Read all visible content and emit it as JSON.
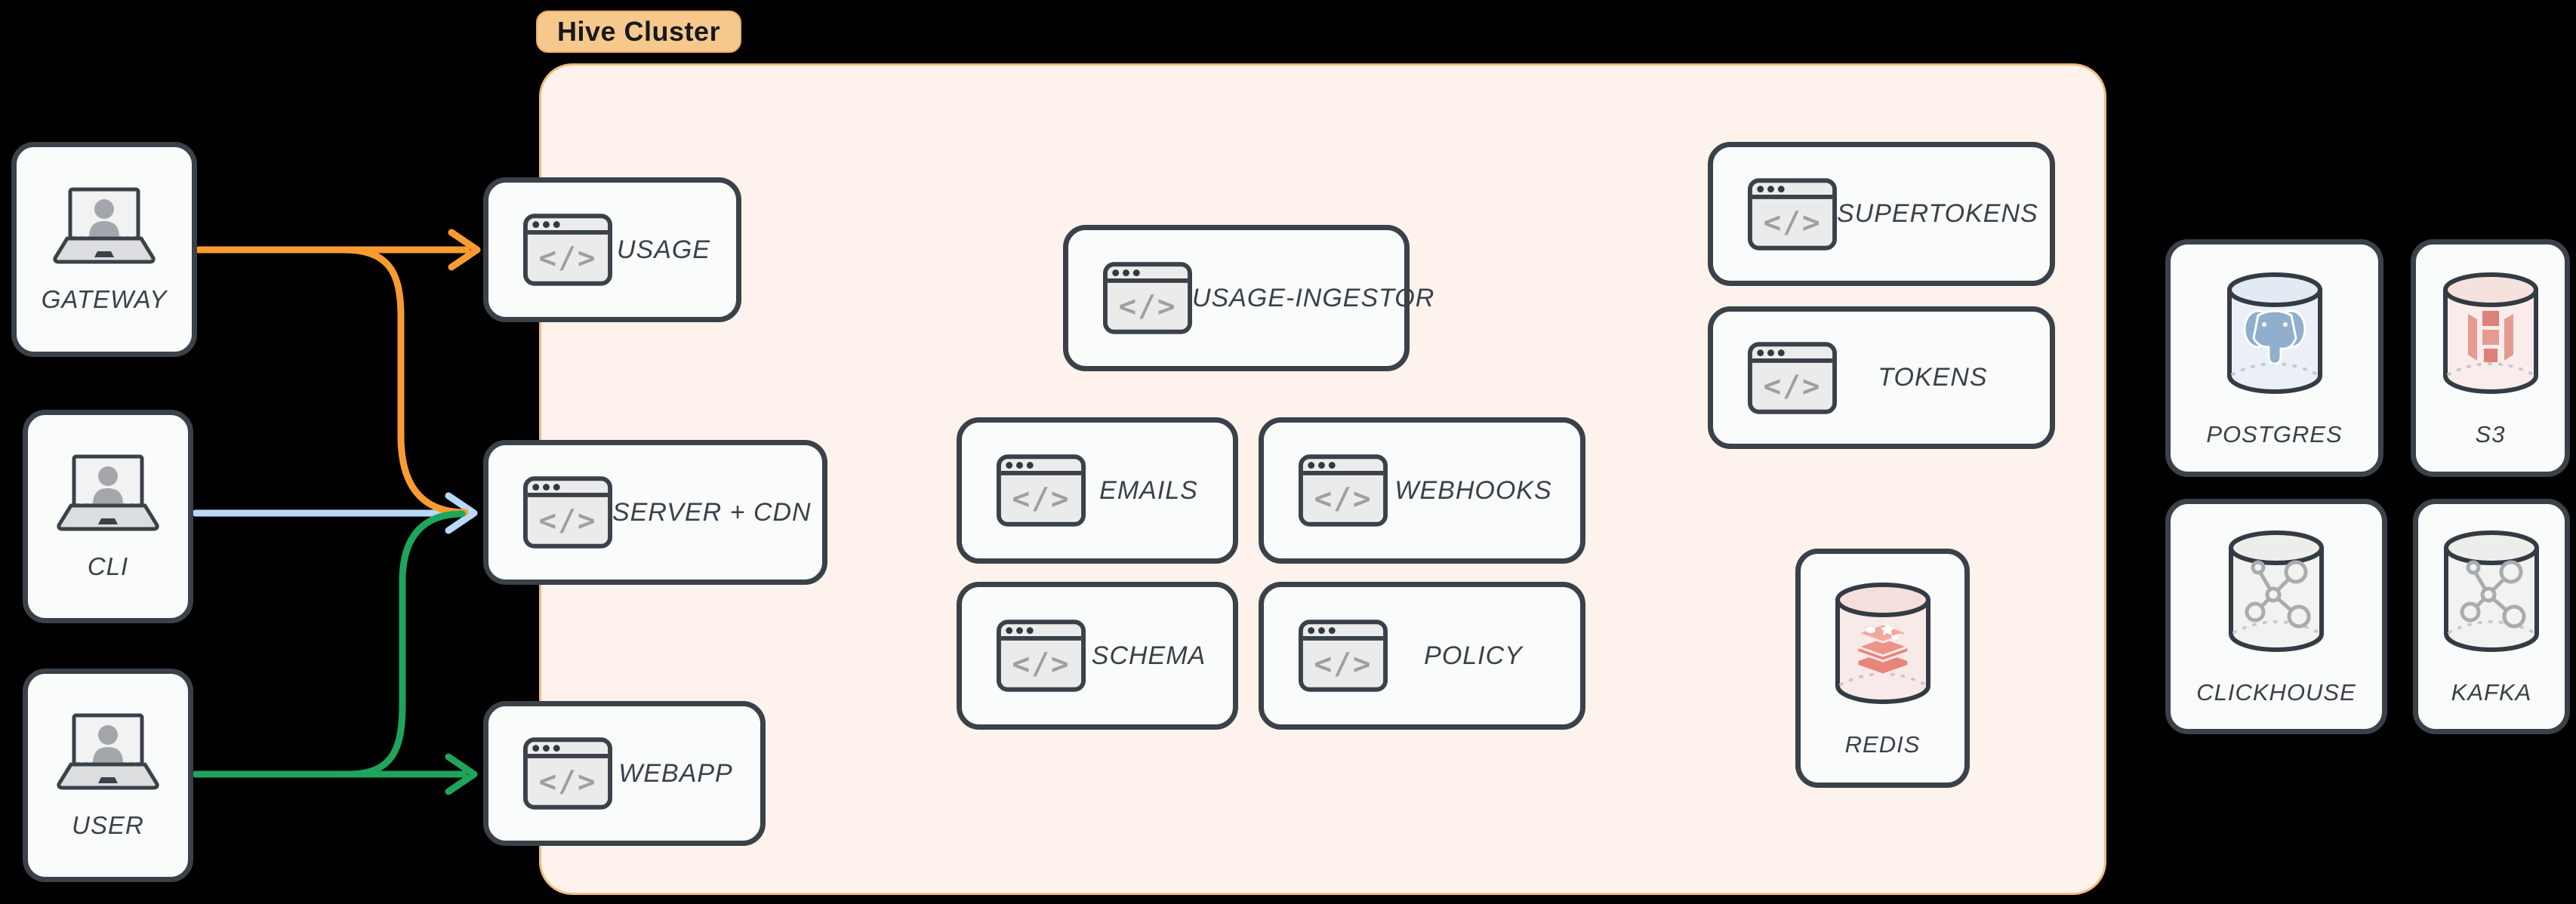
{
  "cluster": {
    "label": "Hive Cluster"
  },
  "clients": [
    {
      "id": "gateway",
      "label": "GATEWAY"
    },
    {
      "id": "cli",
      "label": "CLI"
    },
    {
      "id": "user",
      "label": "USER"
    }
  ],
  "services": [
    {
      "id": "usage",
      "label": "USAGE"
    },
    {
      "id": "server-cdn",
      "label": "SERVER + CDN"
    },
    {
      "id": "webapp",
      "label": "WEBAPP"
    },
    {
      "id": "usage-ingestor",
      "label": "USAGE-INGESTOR"
    },
    {
      "id": "emails",
      "label": "EMAILS"
    },
    {
      "id": "webhooks",
      "label": "WEBHOOKS"
    },
    {
      "id": "schema",
      "label": "SCHEMA"
    },
    {
      "id": "policy",
      "label": "POLICY"
    },
    {
      "id": "supertokens",
      "label": "SUPERTOKENS"
    },
    {
      "id": "tokens",
      "label": "TOKENS"
    }
  ],
  "datastores": [
    {
      "id": "redis",
      "label": "REDIS",
      "icon": "redis-database-icon"
    },
    {
      "id": "postgres",
      "label": "POSTGRES",
      "icon": "postgres-database-icon"
    },
    {
      "id": "s3",
      "label": "S3",
      "icon": "s3-bucket-icon"
    },
    {
      "id": "clickhouse",
      "label": "CLICKHOUSE",
      "icon": "clickhouse-database-icon"
    },
    {
      "id": "kafka",
      "label": "KAFKA",
      "icon": "kafka-database-icon"
    }
  ],
  "edges": [
    {
      "from": "GATEWAY",
      "to": "USAGE",
      "color": "#F89C32"
    },
    {
      "from": "GATEWAY",
      "to": "SERVER + CDN",
      "color": "#F89C32"
    },
    {
      "from": "CLI",
      "to": "SERVER + CDN",
      "color": "#B9D9F8"
    },
    {
      "from": "USER",
      "to": "SERVER + CDN",
      "color": "#1FA45B"
    },
    {
      "from": "USER",
      "to": "WEBAPP",
      "color": "#1FA45B"
    }
  ],
  "colors": {
    "background": "#000000",
    "node_border": "#3A4149",
    "node_fill": "#FAFBFB",
    "cluster_fill": "#FDF3EC",
    "cluster_border": "#F0BC7E",
    "cluster_label_bg": "#F6C88C",
    "arrow_orange": "#F89C32",
    "arrow_blue": "#B9D9F8",
    "arrow_green": "#1FA45B"
  }
}
